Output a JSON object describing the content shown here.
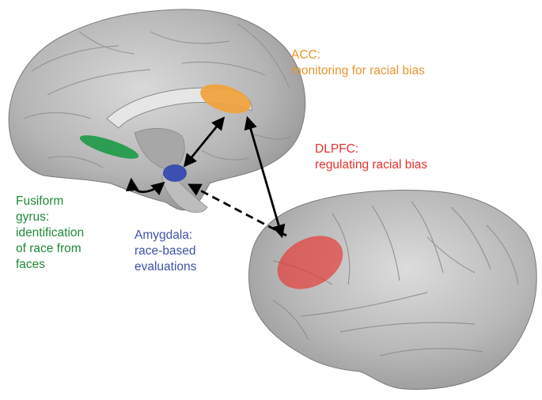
{
  "regions": {
    "acc": {
      "name": "ACC:",
      "role": "monitoring for racial bias",
      "color": "#f0a23c"
    },
    "dlpfc": {
      "name": "DLPFC:",
      "role": "regulating racial bias",
      "color": "#e8322f"
    },
    "fusiform": {
      "lines": [
        "Fusiform",
        "gyrus:",
        "identification",
        "of race from",
        "faces"
      ],
      "color": "#1f8a3a"
    },
    "amygdala": {
      "lines": [
        "Amygdala:",
        "race-based",
        "evaluations"
      ],
      "color": "#3f51a8"
    }
  }
}
